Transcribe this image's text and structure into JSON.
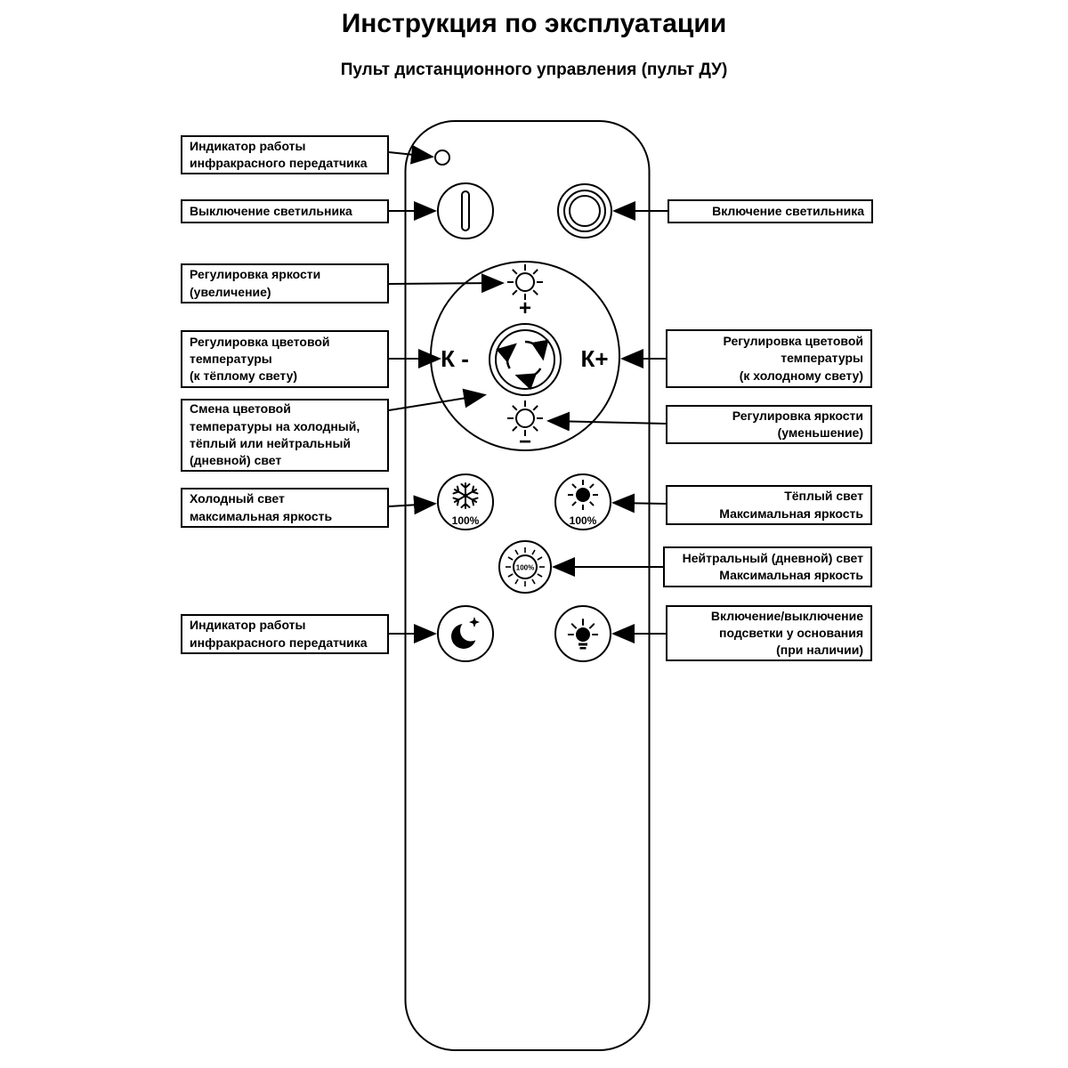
{
  "title": "Инструкция по эксплуатации",
  "subtitle": "Пульт дистанционного управления (пульт ДУ)",
  "colors": {
    "ink": "#000000",
    "background": "#ffffff"
  },
  "icons": {
    "ir_indicator": "ir-indicator-icon",
    "power_off": "power-off-icon",
    "power_on": "power-on-icon",
    "brightness_up": "sun-plus-icon",
    "brightness_down": "sun-minus-icon",
    "color_cycle": "rotate-arrows-icon",
    "cold_max": "snowflake-icon",
    "warm_max": "filled-sun-icon",
    "neutral_max": "outline-sun-icon",
    "night": "moon-star-icon",
    "base_light": "bulb-icon"
  },
  "remote": {
    "plus": "+",
    "minus": "−",
    "k_minus": "К -",
    "k_plus": "К+",
    "percent_cold": "100%",
    "percent_warm": "100%",
    "percent_neutral": "100%"
  },
  "labels_left": [
    {
      "text": "Индикатор работы\nинфракрасного передатчика"
    },
    {
      "text": "Выключение светильника"
    },
    {
      "text": "Регулировка яркости\n(увеличение)"
    },
    {
      "text": "Регулировка цветовой\nтемпературы\n(к тёплому свету)"
    },
    {
      "text": "Смена цветовой\nтемпературы на холодный,\nтёплый или нейтральный\n(дневной) свет"
    },
    {
      "text": "Холодный свет\nмаксимальная яркость"
    },
    {
      "text": "Индикатор работы\nинфракрасного передатчика"
    }
  ],
  "labels_right": [
    {
      "text": "Включение светильника"
    },
    {
      "text": "Регулировка цветовой\nтемпературы\n(к холодному свету)"
    },
    {
      "text": "Регулировка яркости\n(уменьшение)"
    },
    {
      "text": "Тёплый свет\nМаксимальная яркость"
    },
    {
      "text": "Нейтральный (дневной) свет\nМаксимальная яркость"
    },
    {
      "text": "Включение/выключение\nподсветки у основания\n(при наличии)"
    }
  ]
}
